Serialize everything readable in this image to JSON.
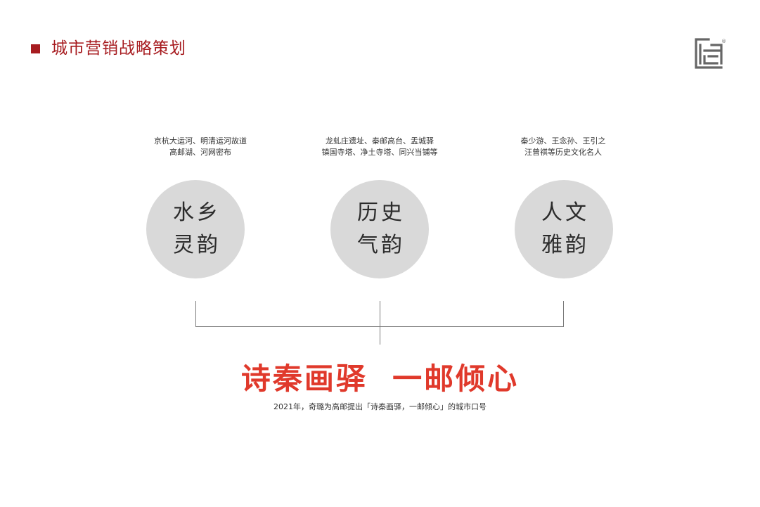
{
  "colors": {
    "accent_red": "#a71c20",
    "slogan_red": "#e0392b",
    "circle_fill": "#d9d9d9",
    "line_gray": "#7a7a7a",
    "logo_gray": "#666666"
  },
  "header": {
    "icon": "square-bullet-icon",
    "title": "城市营销战略策划"
  },
  "logo": {
    "icon": "brand-logo-icon",
    "mark": "®"
  },
  "pillars": [
    {
      "desc": [
        "京杭大运河、明清运河故道",
        "高邮湖、河网密布"
      ],
      "circle": [
        "水乡",
        "灵韵"
      ]
    },
    {
      "desc": [
        "龙虬庄遗址、秦邮高台、盂城驿",
        "镇国寺塔、净土寺塔、同兴当铺等"
      ],
      "circle": [
        "历史",
        "气韵"
      ]
    },
    {
      "desc": [
        "秦少游、王念孙、王引之",
        "汪曾祺等历史文化名人"
      ],
      "circle": [
        "人文",
        "雅韵"
      ]
    }
  ],
  "slogan": "诗秦画驿  一邮倾心",
  "caption": "2021年，奇璐为高邮提出「诗秦画驿，一邮倾心」的城市口号"
}
